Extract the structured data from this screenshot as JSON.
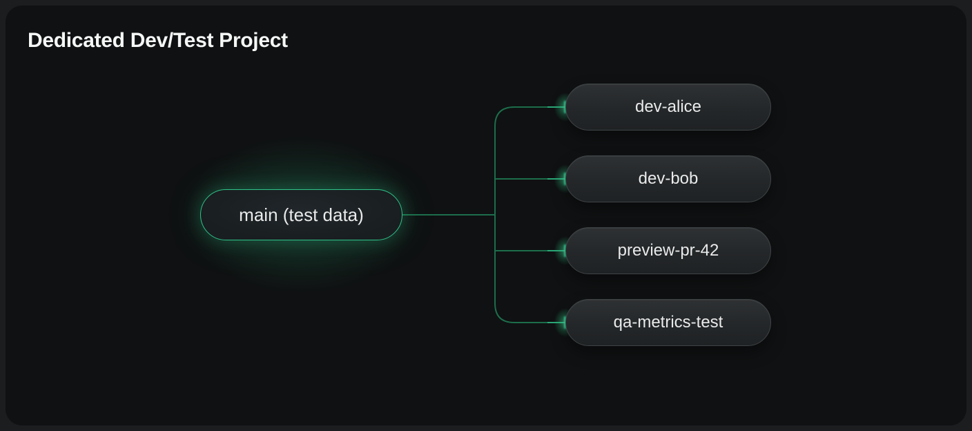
{
  "title": "Dedicated Dev/Test Project",
  "diagram": {
    "root": {
      "label": "main (test data)"
    },
    "children": [
      {
        "label": "dev-alice"
      },
      {
        "label": "dev-bob"
      },
      {
        "label": "preview-pr-42"
      },
      {
        "label": "qa-metrics-test"
      }
    ]
  },
  "colors": {
    "page_bg": "#1b1d1e",
    "card_bg": "#0f1112",
    "accent_green": "#2fc389",
    "line_green": "#1d6e4c",
    "glow_green": "#35d99b",
    "node_border": "#404446",
    "text_primary": "#f5f6f6",
    "text_node": "#e9eaea"
  }
}
